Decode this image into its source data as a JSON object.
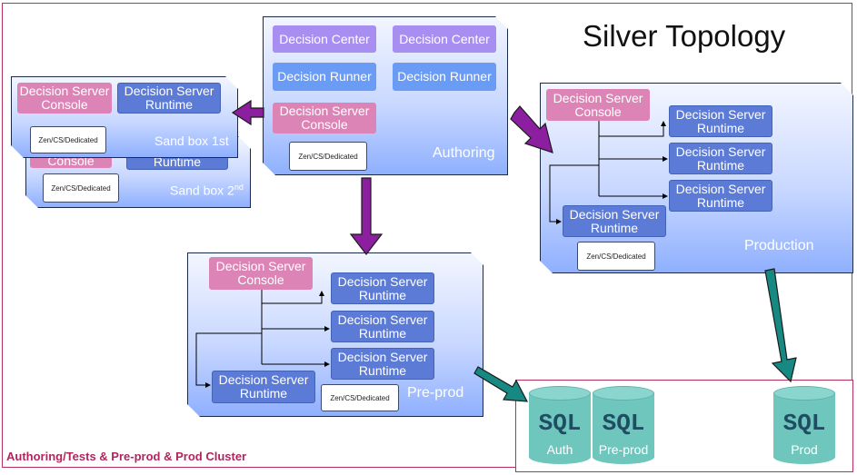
{
  "title": "Silver Topology",
  "footer": "Authoring/Tests & Pre-prod & Prod Cluster",
  "authoring": {
    "label": "Authoring",
    "center_1": "Decision Center",
    "center_2": "Decision Center",
    "runner_1": "Decision Runner",
    "runner_2": "Decision Runner",
    "console": "Decision Server Console",
    "chip": "Zen/CS/Dedicated"
  },
  "sandbox1": {
    "label": "Sand box 1st",
    "console": "Decision Server Console",
    "runtime": "Decision Server Runtime",
    "chip": "Zen/CS/Dedicated"
  },
  "sandbox2": {
    "label_base": "Sand box 2",
    "label_sup": "nd",
    "console": "Console",
    "runtime": "Runtime",
    "chip": "Zen/CS/Dedicated"
  },
  "production": {
    "label": "Production",
    "console": "Decision Server Console",
    "runtime_1": "Decision Server Runtime",
    "runtime_2": "Decision Server Runtime",
    "runtime_3": "Decision Server Runtime",
    "runtime_main": "Decision Server Runtime",
    "chip": "Zen/CS/Dedicated"
  },
  "preprod": {
    "label": "Pre-prod",
    "console": "Decision Server Console",
    "runtime_1": "Decision Server Runtime",
    "runtime_2": "Decision Server Runtime",
    "runtime_3": "Decision Server Runtime",
    "runtime_main": "Decision Server Runtime",
    "chip": "Zen/CS/Dedicated"
  },
  "databases": [
    {
      "sql": "SQL",
      "name": "Auth"
    },
    {
      "sql": "SQL",
      "name": "Pre-prod"
    },
    {
      "sql": "SQL",
      "name": "Prod"
    }
  ],
  "colors": {
    "flow_arrow": "#8b1fa0",
    "db_arrow": "#168a82",
    "frame": "#b5305e"
  }
}
